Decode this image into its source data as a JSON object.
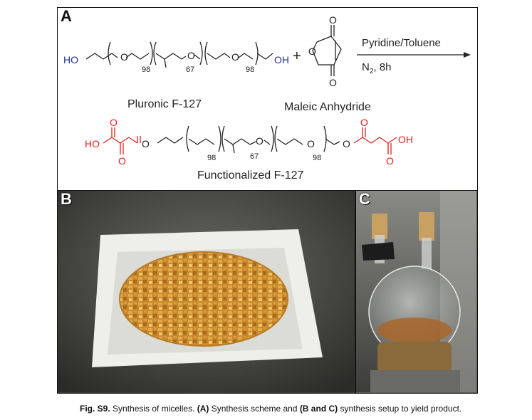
{
  "panels": {
    "a": {
      "letter": "A",
      "pluronic": {
        "left_end": "HO",
        "right_end": "OH",
        "o_atom": "O",
        "n1": "98",
        "n2": "67",
        "n3": "98",
        "name": "Pluronic F-127"
      },
      "plus": "+",
      "anhydride": {
        "o_atom": "O",
        "name": "Maleic Anhydride"
      },
      "conditions": {
        "solvent": "Pyridine/Toluene",
        "atmosphere": "N",
        "atmosphere_sub": "2",
        "time": ", 8h"
      },
      "product": {
        "left_end": "HO",
        "right_end": "OH",
        "o_atom": "O",
        "n1": "98",
        "n2": "67",
        "n3": "98",
        "name": "Functionalized F-127"
      },
      "colors": {
        "end_group_blue": "#1f2fa0",
        "end_group_red": "#e02020"
      }
    },
    "b": {
      "letter": "B"
    },
    "c": {
      "letter": "C"
    }
  },
  "caption": {
    "label": "Fig. S9.",
    "text1": " Synthesis of micelles. ",
    "bold_a": "(A)",
    "text2": " Synthesis scheme and ",
    "bold_bc": "(B and C)",
    "text3": " synthesis setup to yield product."
  }
}
